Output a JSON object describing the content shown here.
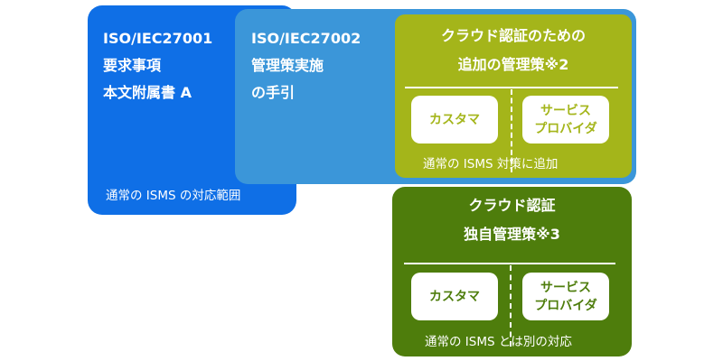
{
  "colors": {
    "box1": "#0f6fe6",
    "box2": "#3b96d9",
    "box3": "#a4b51a",
    "box4": "#4e7d0c",
    "text": "#ffffff"
  },
  "box1": {
    "title_lines": [
      "ISO/IEC27001",
      "要求事項",
      "本文附属書 A"
    ],
    "caption": "通常の ISMS の対応範囲"
  },
  "box2": {
    "title_lines": [
      "ISO/IEC27002",
      "管理策実施",
      "の手引"
    ]
  },
  "box3": {
    "title_lines": [
      "クラウド認証のための",
      "追加の管理策※2"
    ],
    "customer": "カスタマ",
    "provider_lines": [
      "サービス",
      "プロバイダ"
    ],
    "caption": "通常の ISMS 対策に追加"
  },
  "box4": {
    "title_lines": [
      "クラウド認証",
      "独自管理策※3"
    ],
    "customer": "カスタマ",
    "provider_lines": [
      "サービス",
      "プロバイダ"
    ],
    "caption": "通常の ISMS とは別の対応"
  }
}
